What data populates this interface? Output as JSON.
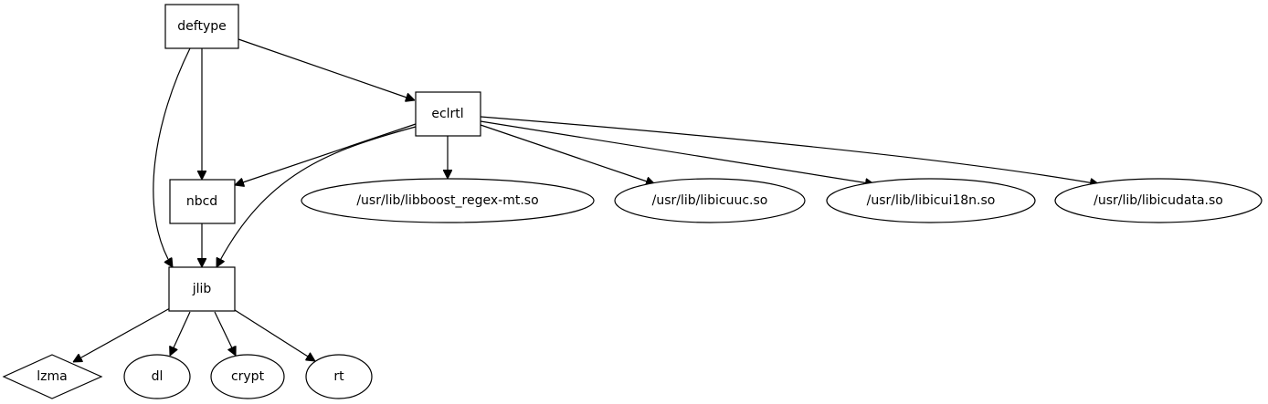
{
  "nodes": {
    "deftype": "deftype",
    "eclrtl": "eclrtl",
    "nbcd": "nbcd",
    "jlib": "jlib",
    "libboost_regex": "/usr/lib/libboost_regex-mt.so",
    "libicuuc": "/usr/lib/libicuuc.so",
    "libicui18n": "/usr/lib/libicui18n.so",
    "libicudata": "/usr/lib/libicudata.so",
    "lzma": "lzma",
    "dl": "dl",
    "crypt": "crypt",
    "rt": "rt"
  },
  "edges": [
    {
      "from": "deftype",
      "to": "eclrtl"
    },
    {
      "from": "deftype",
      "to": "nbcd"
    },
    {
      "from": "deftype",
      "to": "jlib"
    },
    {
      "from": "eclrtl",
      "to": "nbcd"
    },
    {
      "from": "eclrtl",
      "to": "jlib"
    },
    {
      "from": "eclrtl",
      "to": "libboost_regex"
    },
    {
      "from": "eclrtl",
      "to": "libicuuc"
    },
    {
      "from": "eclrtl",
      "to": "libicui18n"
    },
    {
      "from": "eclrtl",
      "to": "libicudata"
    },
    {
      "from": "nbcd",
      "to": "jlib"
    },
    {
      "from": "jlib",
      "to": "lzma"
    },
    {
      "from": "jlib",
      "to": "dl"
    },
    {
      "from": "jlib",
      "to": "crypt"
    },
    {
      "from": "jlib",
      "to": "rt"
    }
  ]
}
